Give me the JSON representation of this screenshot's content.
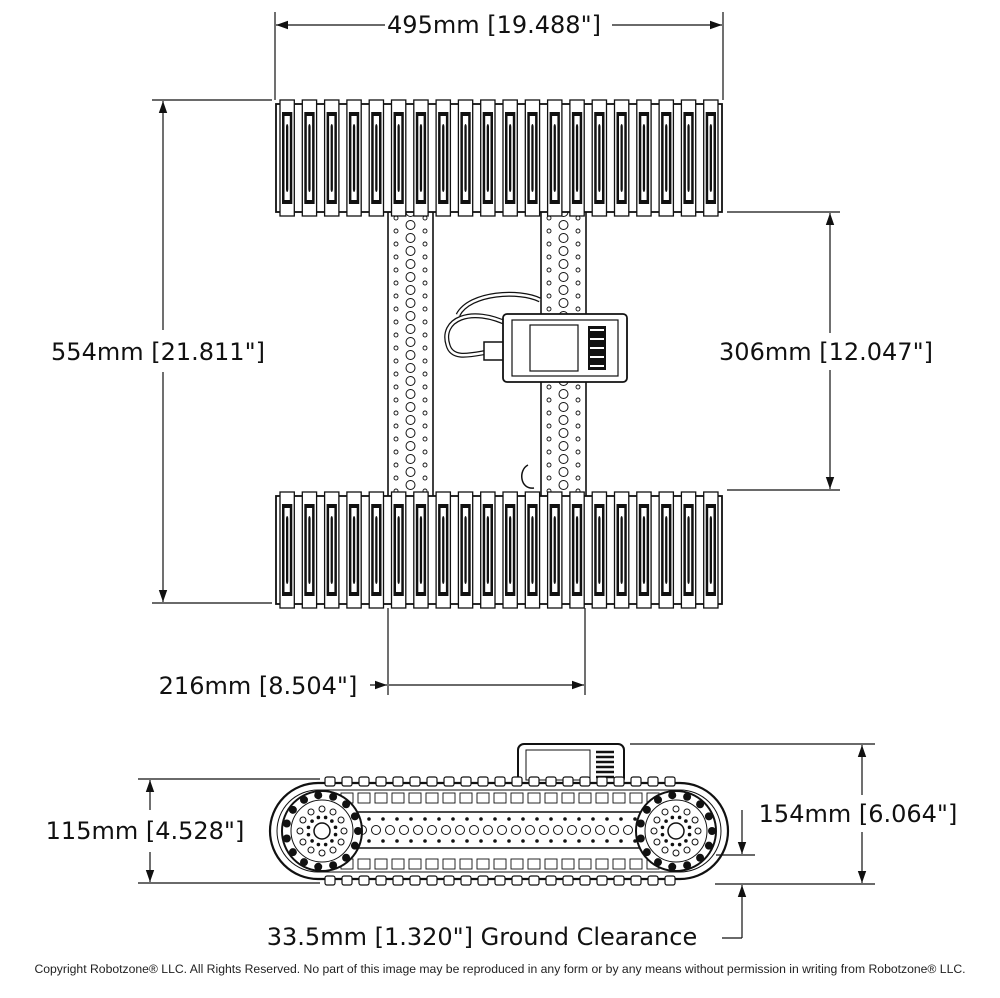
{
  "dimensions": {
    "overall_width": "495mm [19.488\"]",
    "overall_length": "554mm [21.811\"]",
    "track_gap": "306mm [12.047\"]",
    "channel_spacing": "216mm [8.504\"]",
    "track_height": "115mm [4.528\"]",
    "overall_height": "154mm [6.064\"]",
    "ground_clearance": "33.5mm [1.320\"] Ground Clearance"
  },
  "footer": {
    "copyright": "Copyright Robotzone® LLC.  All Rights Reserved. No part of this image may be reproduced in any form or by any means without permission in writing from Robotzone® LLC."
  }
}
